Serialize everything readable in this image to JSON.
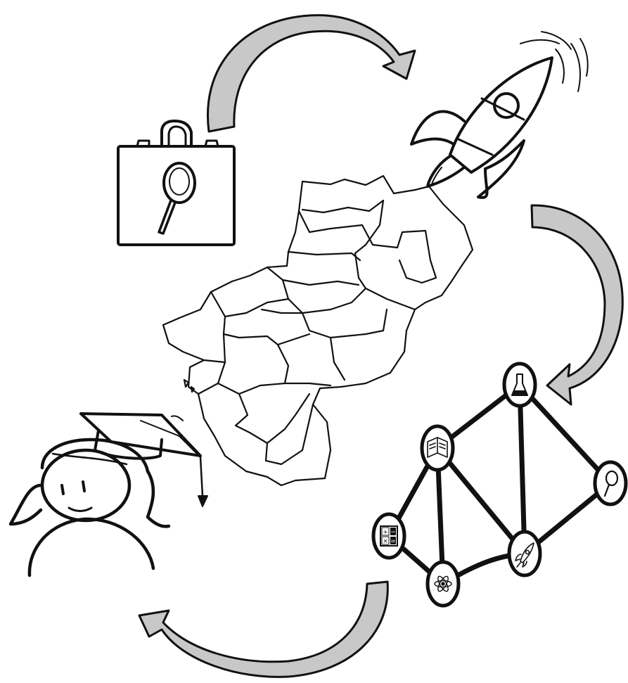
{
  "diagram": {
    "type": "cycle",
    "center": {
      "name": "region-map",
      "icon": "map-regions-icon"
    },
    "stages": [
      {
        "name": "research",
        "icon": "briefcase-magnifier-icon"
      },
      {
        "name": "launch",
        "icon": "rocket-icon"
      },
      {
        "name": "network",
        "icon": "network-graph-icon"
      },
      {
        "name": "graduate",
        "icon": "graduate-student-icon"
      }
    ],
    "network_nodes": [
      {
        "name": "flask",
        "icon": "flask-icon"
      },
      {
        "name": "book",
        "icon": "book-icon"
      },
      {
        "name": "magnifier",
        "icon": "magnifier-icon"
      },
      {
        "name": "calculator",
        "icon": "calculator-icon",
        "keys": [
          "+",
          "−",
          "×",
          "="
        ]
      },
      {
        "name": "atom",
        "icon": "atom-icon"
      },
      {
        "name": "rocket",
        "icon": "rocket-icon"
      }
    ],
    "colors": {
      "ink": "#111111",
      "arrow_fill": "#c8c8c8",
      "background": "#ffffff"
    }
  }
}
